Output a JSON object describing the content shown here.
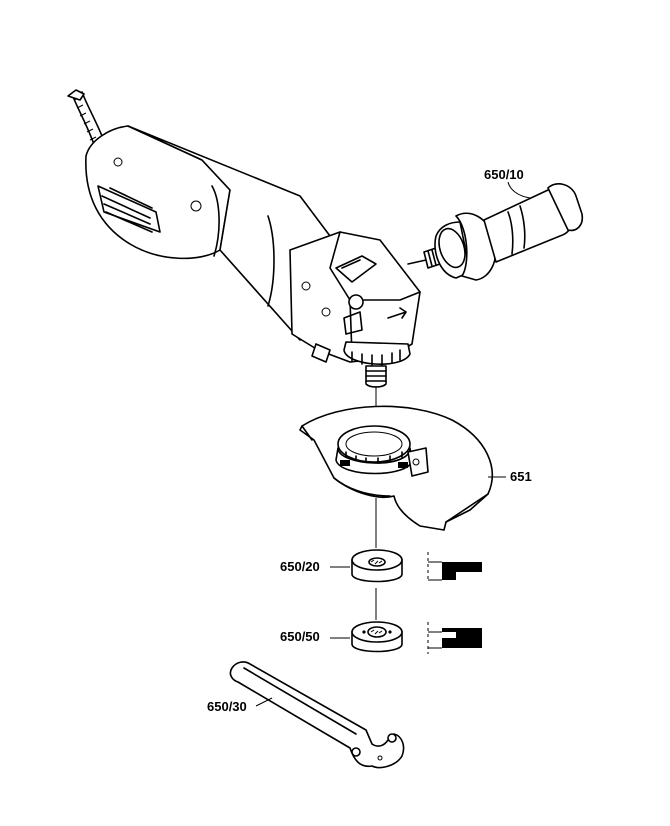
{
  "diagram": {
    "labels": {
      "side_handle": "650/10",
      "guard": "651",
      "flange": "650/20",
      "nut": "650/50",
      "wrench": "650/30"
    }
  }
}
